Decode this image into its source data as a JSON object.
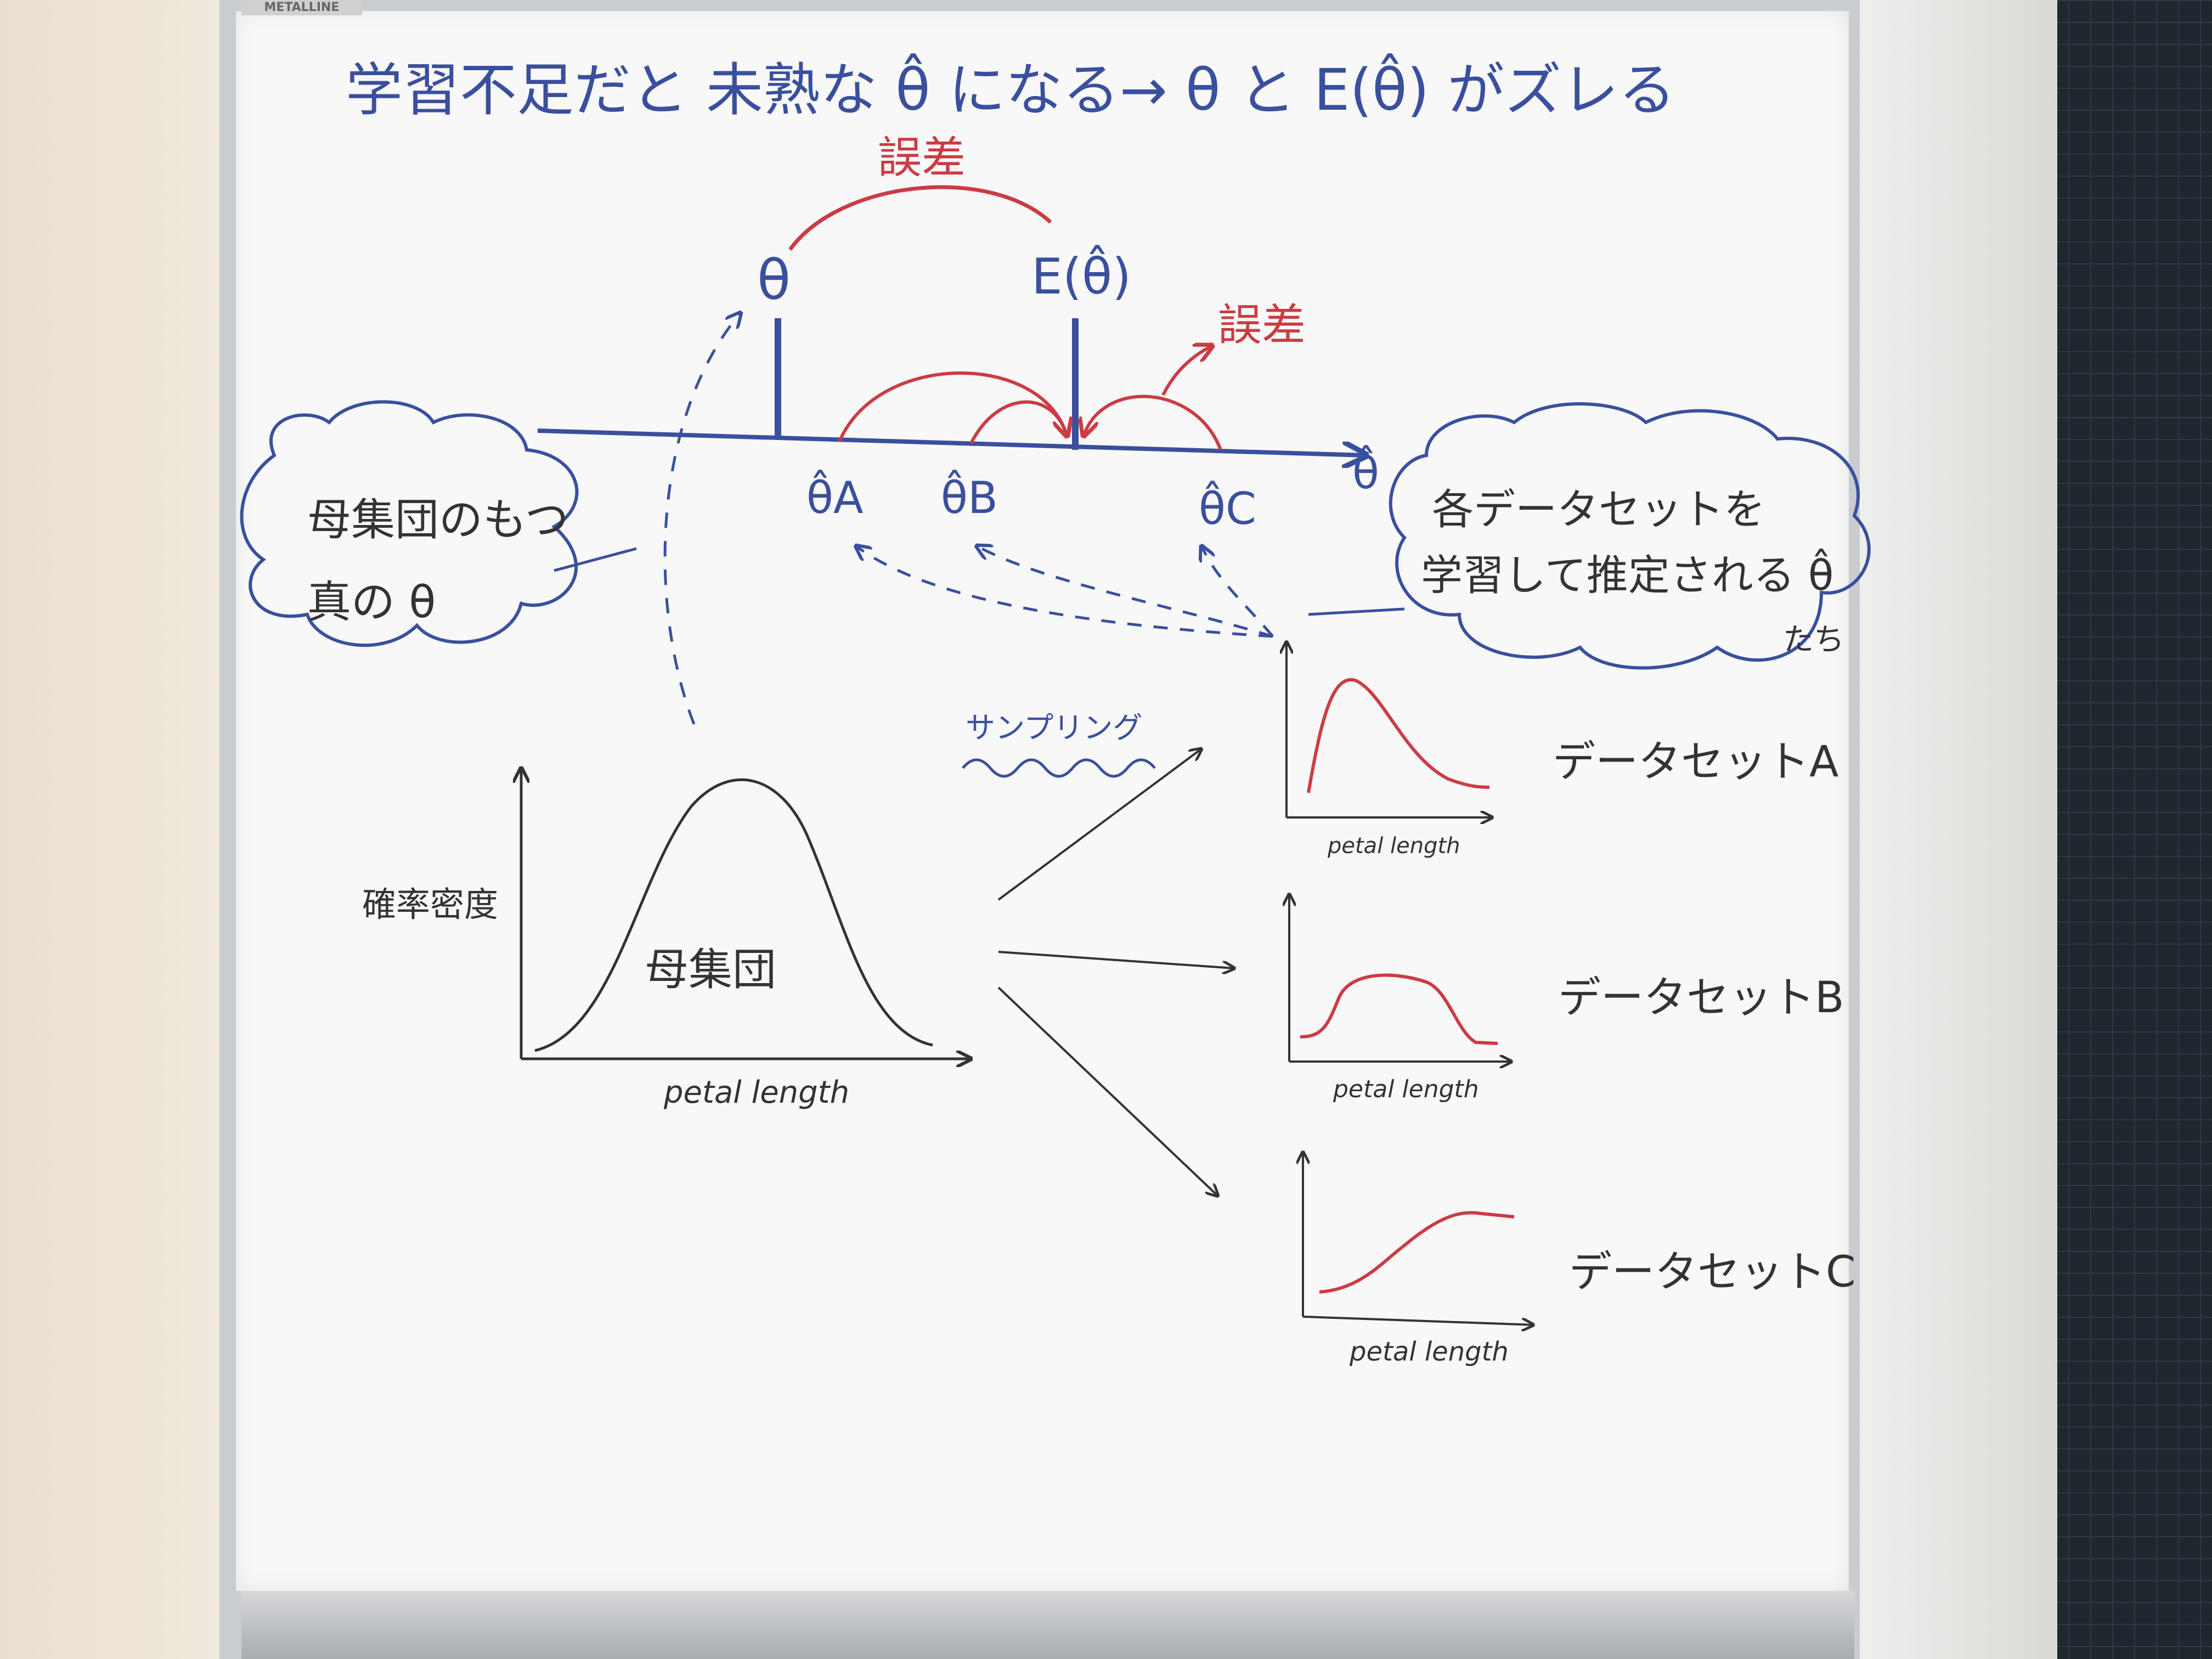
{
  "board": {
    "brand": "METALLINE",
    "colors": {
      "blue": "#3a4f9e",
      "red": "#cc3b44",
      "black": "#333333"
    }
  },
  "title": "学習不足だと 未熟な θ̂ になる→ θ と E(θ̂) がズレる",
  "axis": {
    "theta": "θ",
    "e_theta_hat": "E(θ̂)",
    "theta_hat": "θ̂",
    "theta_a": "θ̂A",
    "theta_b": "θ̂B",
    "theta_c": "θ̂C",
    "error_top": "誤差",
    "error_right": "誤差"
  },
  "callouts": {
    "true_theta": [
      "母集団のもつ",
      "真の θ"
    ],
    "estimated": [
      "各データセットを",
      "学習して推定される θ̂",
      "たち"
    ]
  },
  "population": {
    "ylabel": "確率密度",
    "label": "母集団",
    "xlabel": "petal length"
  },
  "sampling_label": "サンプリング",
  "datasets": [
    {
      "name": "データセットA",
      "xlabel": "petal length"
    },
    {
      "name": "データセットB",
      "xlabel": "petal length"
    },
    {
      "name": "データセットC",
      "xlabel": "petal length"
    }
  ]
}
